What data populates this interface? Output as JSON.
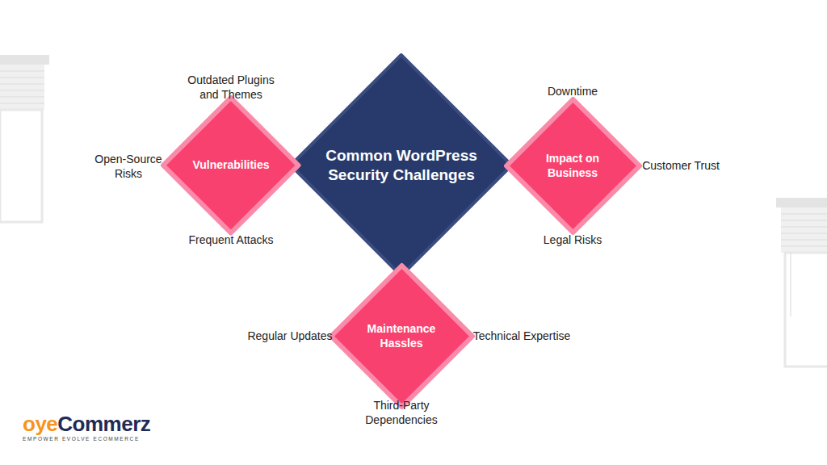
{
  "diagram": {
    "nodes": [
      {
        "text": [
          "Common WordPress Security Challenges"
        ]
      },
      {
        "text": [
          "Vulnerabilities"
        ]
      },
      {
        "text": [
          "Impact on Business"
        ]
      },
      {
        "text": [
          "Maintenance Hassles"
        ]
      }
    ],
    "labels": [
      "Outdated Plugins and Themes",
      "Open-Source Risks",
      "Frequent Attacks",
      "Downtime",
      "Customer Trust",
      "Legal Risks",
      "Regular Updates",
      "Technical Expertise",
      "Third-Party Dependencies",
      "oye",
      "Commerz",
      "EMPOWER EVOLVE ECOMMERCE"
    ]
  }
}
